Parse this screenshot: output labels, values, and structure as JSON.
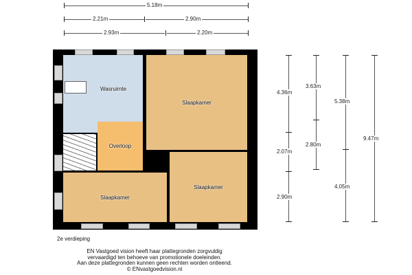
{
  "dimensions_top": {
    "total": "5.18m",
    "row2": [
      "2.21m",
      "2.90m"
    ],
    "row3": [
      "2.93m",
      "2.20m"
    ]
  },
  "dimensions_right": {
    "col1": [
      "4.36m",
      "2.07m",
      "2.90m"
    ],
    "col2": [
      "3.63m",
      "2.80m"
    ],
    "col3": [
      "5.38m",
      "4.05m"
    ],
    "col4": [
      "9.47m"
    ]
  },
  "rooms": {
    "wasruimte": "Wasruimte",
    "slaapkamer_1": "Slaapkamer",
    "overloop": "Overloop",
    "slaapkamer_2": "Slaapkamer",
    "slaapkamer_3": "Slaapkamer"
  },
  "floor_label": "2e verdieping",
  "disclaimer": [
    "EN Vastgoed vision heeft haar plattegronden zorgvuldig",
    "vervaardigd ten behoeve van promotionele doeleinden.",
    "Aan deze plattegronden kunnen geen rechten worden ontleend.",
    "© ENvastgoedvision.nl"
  ],
  "colors": {
    "wasruimte": "#cfdcea",
    "slaapkamer": "#e8c083",
    "overloop": "#f5bd6e"
  }
}
